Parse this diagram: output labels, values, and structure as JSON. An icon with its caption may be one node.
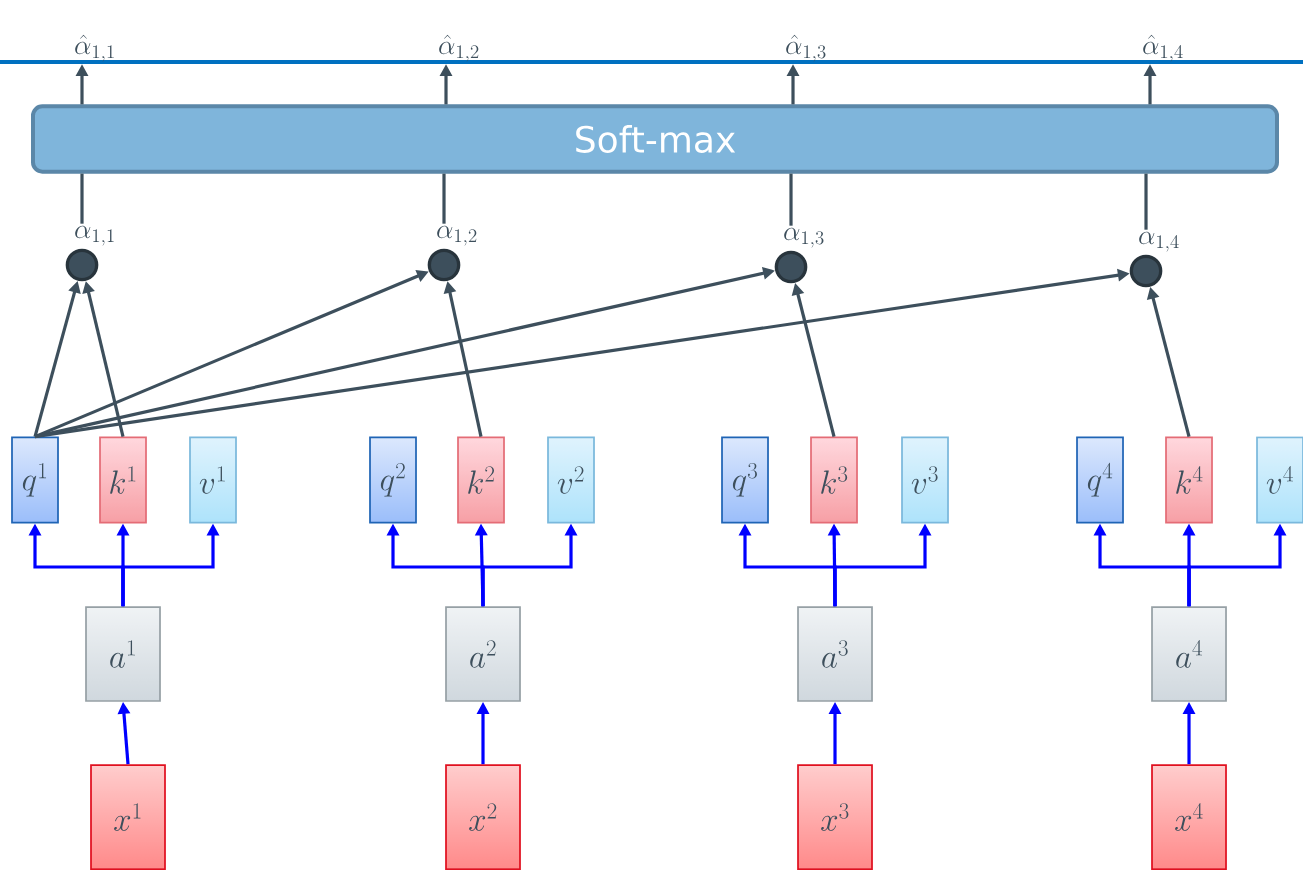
{
  "diagram": {
    "nodes": [
      {
        "text": [
          "\\hat{\\alpha}_{1,1}"
        ]
      },
      {
        "text": [
          "\\hat{\\alpha}_{1,2}"
        ]
      },
      {
        "text": [
          "\\hat{\\alpha}_{1,3}"
        ]
      },
      {
        "text": [
          "\\hat{\\alpha}_{1,4}"
        ]
      },
      {
        "text": [
          "Soft-max"
        ]
      },
      {
        "text": [
          "\\alpha_{1,1}"
        ]
      },
      {
        "text": [
          "\\alpha_{1,2}"
        ]
      },
      {
        "text": [
          "\\alpha_{1,3}"
        ]
      },
      {
        "text": [
          "\\alpha_{1,4}"
        ]
      },
      {
        "text": [
          "q^1"
        ]
      },
      {
        "text": [
          "k^1"
        ]
      },
      {
        "text": [
          "v^1"
        ]
      },
      {
        "text": [
          "q^2"
        ]
      },
      {
        "text": [
          "k^2"
        ]
      },
      {
        "text": [
          "v^2"
        ]
      },
      {
        "text": [
          "q^3"
        ]
      },
      {
        "text": [
          "k^3"
        ]
      },
      {
        "text": [
          "v^3"
        ]
      },
      {
        "text": [
          "q^4"
        ]
      },
      {
        "text": [
          "k^4"
        ]
      },
      {
        "text": [
          "v^4"
        ]
      },
      {
        "text": [
          "a^1"
        ]
      },
      {
        "text": [
          "a^2"
        ]
      },
      {
        "text": [
          "a^3"
        ]
      },
      {
        "text": [
          "a^4"
        ]
      },
      {
        "text": [
          "x^1"
        ]
      },
      {
        "text": [
          "x^2"
        ]
      },
      {
        "text": [
          "x^3"
        ]
      },
      {
        "text": [
          "x^4"
        ]
      }
    ],
    "edges": [
      {
        "from": 25,
        "to": 21,
        "arrow": "to",
        "color": "#0000ff"
      },
      {
        "from": 21,
        "to": 9,
        "arrow": "to",
        "color": "#0000ff"
      },
      {
        "from": 21,
        "to": 10,
        "arrow": "to",
        "color": "#0000ff"
      },
      {
        "from": 21,
        "to": 11,
        "arrow": "to",
        "color": "#0000ff"
      },
      {
        "from": 26,
        "to": 22,
        "arrow": "to",
        "color": "#0000ff"
      },
      {
        "from": 22,
        "to": 12,
        "arrow": "to",
        "color": "#0000ff"
      },
      {
        "from": 22,
        "to": 13,
        "arrow": "to",
        "color": "#0000ff"
      },
      {
        "from": 22,
        "to": 14,
        "arrow": "to",
        "color": "#0000ff"
      },
      {
        "from": 27,
        "to": 23,
        "arrow": "to",
        "color": "#0000ff"
      },
      {
        "from": 23,
        "to": 15,
        "arrow": "to",
        "color": "#0000ff"
      },
      {
        "from": 23,
        "to": 16,
        "arrow": "to",
        "color": "#0000ff"
      },
      {
        "from": 23,
        "to": 17,
        "arrow": "to",
        "color": "#0000ff"
      },
      {
        "from": 28,
        "to": 24,
        "arrow": "to",
        "color": "#0000ff"
      },
      {
        "from": 24,
        "to": 18,
        "arrow": "to",
        "color": "#0000ff"
      },
      {
        "from": 24,
        "to": 19,
        "arrow": "to",
        "color": "#0000ff"
      },
      {
        "from": 24,
        "to": 20,
        "arrow": "to",
        "color": "#0000ff"
      },
      {
        "from": 9,
        "to": 5,
        "arrow": "to",
        "color": "#3d4f5c"
      },
      {
        "from": 10,
        "to": 5,
        "arrow": "to",
        "color": "#3d4f5c"
      },
      {
        "from": 9,
        "to": 6,
        "arrow": "to",
        "color": "#3d4f5c"
      },
      {
        "from": 13,
        "to": 6,
        "arrow": "to",
        "color": "#3d4f5c"
      },
      {
        "from": 9,
        "to": 7,
        "arrow": "to",
        "color": "#3d4f5c"
      },
      {
        "from": 16,
        "to": 7,
        "arrow": "to",
        "color": "#3d4f5c"
      },
      {
        "from": 9,
        "to": 8,
        "arrow": "to",
        "color": "#3d4f5c"
      },
      {
        "from": 19,
        "to": 8,
        "arrow": "to",
        "color": "#3d4f5c"
      },
      {
        "from": 5,
        "to": 4,
        "arrow": "none",
        "color": "#3d4f5c"
      },
      {
        "from": 6,
        "to": 4,
        "arrow": "none",
        "color": "#3d4f5c"
      },
      {
        "from": 7,
        "to": 4,
        "arrow": "none",
        "color": "#3d4f5c"
      },
      {
        "from": 8,
        "to": 4,
        "arrow": "none",
        "color": "#3d4f5c"
      },
      {
        "from": 4,
        "to": 0,
        "arrow": "to",
        "color": "#3d4f5c"
      },
      {
        "from": 4,
        "to": 1,
        "arrow": "to",
        "color": "#3d4f5c"
      },
      {
        "from": 4,
        "to": 2,
        "arrow": "to",
        "color": "#3d4f5c"
      },
      {
        "from": 4,
        "to": 3,
        "arrow": "to",
        "color": "#3d4f5c"
      }
    ]
  }
}
